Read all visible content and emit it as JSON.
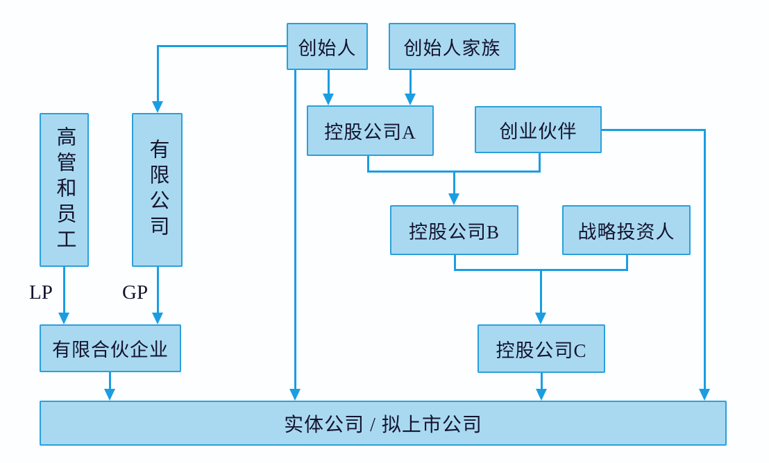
{
  "diagram": {
    "nodes": {
      "founder": {
        "label": "创始人"
      },
      "founder_family": {
        "label": "创始人家族"
      },
      "holding_a": {
        "label": "控股公司A"
      },
      "venture_partners": {
        "label": "创业伙伴"
      },
      "holding_b": {
        "label": "控股公司B"
      },
      "strategic_investors": {
        "label": "战略投资人"
      },
      "holding_c": {
        "label": "控股公司C"
      },
      "executives_employees": {
        "label": "高管和员工"
      },
      "limited_company": {
        "label": "有限公司"
      },
      "limited_partnership": {
        "label": "有限合伙企业"
      },
      "entity_company": {
        "label": "实体公司 / 拟上市公司"
      }
    },
    "edges": [
      {
        "from": "founder",
        "to": "limited_company",
        "label": ""
      },
      {
        "from": "founder",
        "to": "entity_company",
        "label": ""
      },
      {
        "from": "founder",
        "to": "holding_a",
        "label": ""
      },
      {
        "from": "founder_family",
        "to": "holding_a",
        "label": ""
      },
      {
        "from": "holding_a",
        "to": "holding_b",
        "label": ""
      },
      {
        "from": "venture_partners",
        "to": "holding_b",
        "label": ""
      },
      {
        "from": "venture_partners",
        "to": "entity_company",
        "label": ""
      },
      {
        "from": "holding_b",
        "to": "holding_c",
        "label": ""
      },
      {
        "from": "strategic_investors",
        "to": "holding_c",
        "label": ""
      },
      {
        "from": "holding_c",
        "to": "entity_company",
        "label": ""
      },
      {
        "from": "executives_employees",
        "to": "limited_partnership",
        "label": "LP"
      },
      {
        "from": "limited_company",
        "to": "limited_partnership",
        "label": "GP"
      },
      {
        "from": "limited_partnership",
        "to": "entity_company",
        "label": ""
      }
    ],
    "colors": {
      "node_fill": "#a9d9f1",
      "node_border": "#2aa0db",
      "connector": "#1b9de2",
      "text": "#14142e",
      "background": "#fcfeff"
    }
  }
}
